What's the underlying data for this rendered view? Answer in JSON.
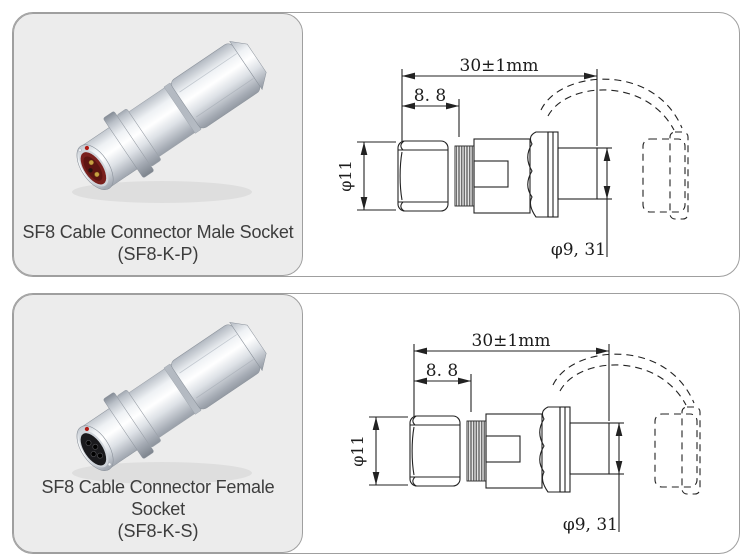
{
  "colors": {
    "photo_panel_bg": "#ececec",
    "panel_border": "#9f9f9f",
    "caption_text": "#3d3d3d",
    "drawing_line": "#222222",
    "orientation_dot_red": "#b01b14",
    "male_insert_red": "#7a201d",
    "pin_gold": "#c9a143",
    "female_insert_black": "#1a1a1d"
  },
  "panels": [
    {
      "connector_type": "male",
      "caption_line1": "SF8 Cable Connector Male Socket",
      "caption_line2": "(SF8-K-P)",
      "dims": {
        "overall_length": "30±1mm",
        "gland_length": "8. 8",
        "body_diameter": "φ11",
        "front_diameter": "φ9, 31"
      }
    },
    {
      "connector_type": "female",
      "caption_line1": "SF8 Cable Connector Female Socket",
      "caption_line2": "(SF8-K-S)",
      "dims": {
        "overall_length": "30±1mm",
        "gland_length": "8. 8",
        "body_diameter": "φ11",
        "front_diameter": "φ9, 31"
      }
    }
  ]
}
